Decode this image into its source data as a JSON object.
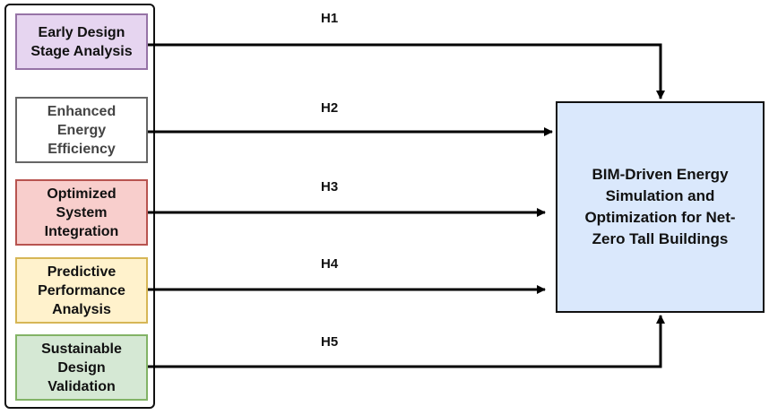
{
  "factors": [
    {
      "label": "Early Design\nStage Analysis",
      "fill": "#e6d5f0",
      "border": "#9673a6",
      "text_color": "#111111"
    },
    {
      "label": "Enhanced\nEnergy\nEfficiency",
      "fill": "#ffffff",
      "border": "#666666",
      "text_color": "#444444"
    },
    {
      "label": "Optimized\nSystem\nIntegration",
      "fill": "#f8cecc",
      "border": "#b85450",
      "text_color": "#111111"
    },
    {
      "label": "Predictive\nPerformance\nAnalysis",
      "fill": "#fff2cc",
      "border": "#d6b656",
      "text_color": "#111111"
    },
    {
      "label": "Sustainable\nDesign\nValidation",
      "fill": "#d5e8d4",
      "border": "#82b366",
      "text_color": "#111111"
    }
  ],
  "hypotheses": [
    "H1",
    "H2",
    "H3",
    "H4",
    "H5"
  ],
  "target": {
    "label": "BIM-Driven Energy\nSimulation and\nOptimization for Net-\nZero Tall Buildings",
    "fill": "#dae8fc",
    "border": "#111111"
  },
  "arrow_color": "#000000"
}
